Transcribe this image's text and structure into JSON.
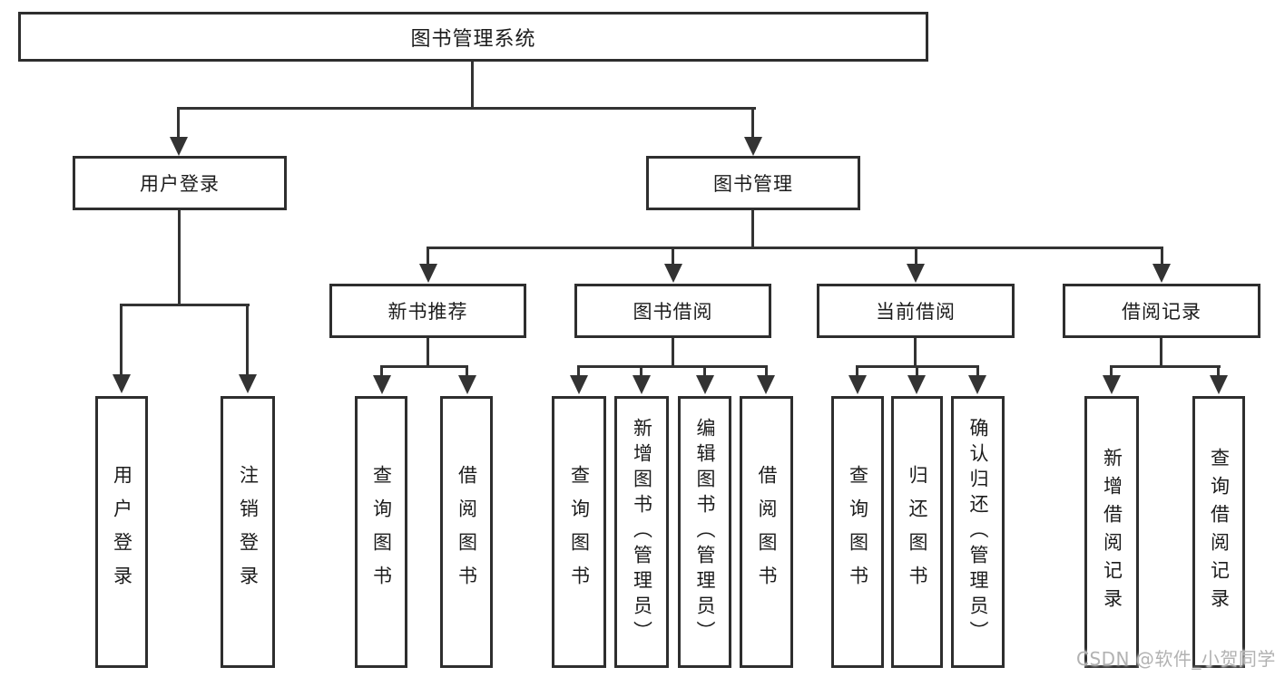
{
  "diagram": {
    "type": "hierarchy-tree",
    "title": "图书管理系统",
    "watermark": "CSDN @软件_小贺同学",
    "colors": {
      "line": "#333333",
      "box_border": "#2e2e2e",
      "text": "#1c1c1c",
      "background": "#ffffff",
      "watermark": "#b2b2b2"
    }
  },
  "nodes": {
    "root": "图书管理系统",
    "user_login_module": "用户登录",
    "book_management": "图书管理",
    "user_login_action": "用户登录",
    "logout_action": "注销登录",
    "new_book_recommend": "新书推荐",
    "book_borrowing": "图书借阅",
    "current_borrowing": "当前借阅",
    "borrowing_records": "借阅记录",
    "rec_query_book": "查询图书",
    "rec_borrow_book": "借阅图书",
    "bb_query_book": "查询图书",
    "bb_add_book_admin": "新增图书（管理员）",
    "bb_edit_book_admin": "编辑图书（管理员）",
    "bb_borrow_book": "借阅图书",
    "cb_query_book": "查询图书",
    "cb_return_book": "归还图书",
    "cb_confirm_return_admin": "确认归还（管理员）",
    "br_add_record": "新增借阅记录",
    "br_query_record": "查询借阅记录"
  },
  "hierarchy": {
    "图书管理系统": {
      "用户登录": [
        "用户登录",
        "注销登录"
      ],
      "图书管理": {
        "新书推荐": [
          "查询图书",
          "借阅图书"
        ],
        "图书借阅": [
          "查询图书",
          "新增图书（管理员）",
          "编辑图书（管理员）",
          "借阅图书"
        ],
        "当前借阅": [
          "查询图书",
          "归还图书",
          "确认归还（管理员）"
        ],
        "借阅记录": [
          "新增借阅记录",
          "查询借阅记录"
        ]
      }
    }
  }
}
